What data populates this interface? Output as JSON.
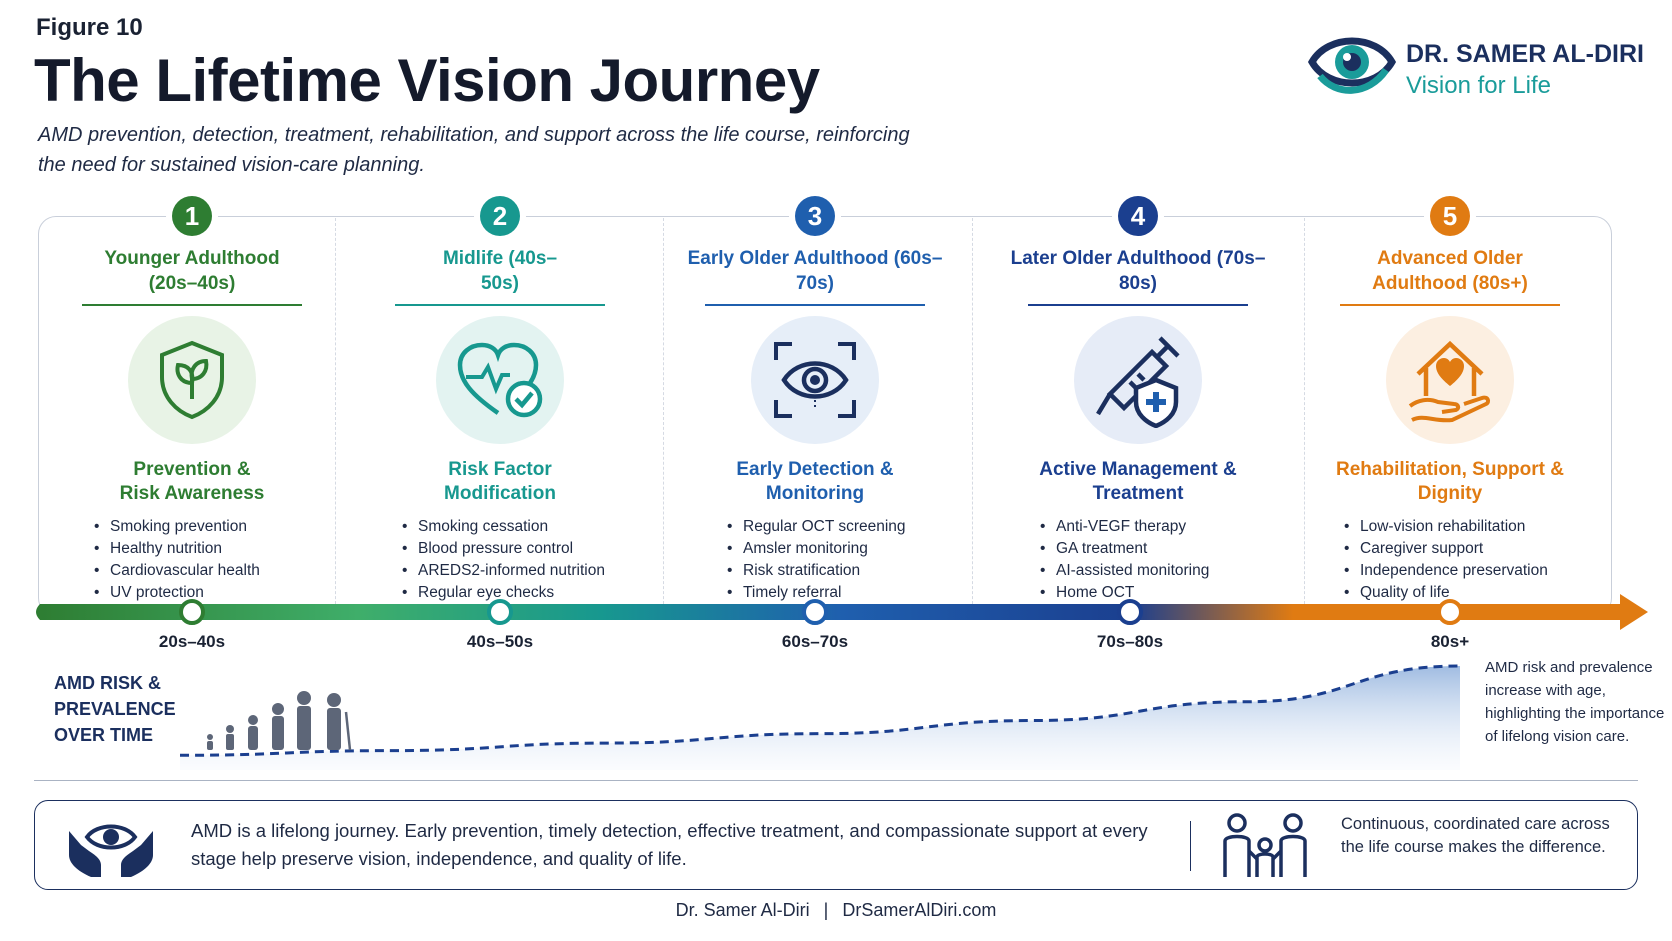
{
  "header": {
    "figure_label": "Figure 10",
    "title": "The Lifetime Vision Journey",
    "subtitle": "AMD prevention, detection, treatment, rehabilitation, and support across the life course, reinforcing the need for sustained vision-care planning."
  },
  "brand": {
    "name": "DR. SAMER AL-DIRI",
    "tagline": "Vision for Life",
    "logo_icon": "eye-logo-icon"
  },
  "stages": [
    {
      "number": "1",
      "title": "Younger Adulthood (20s–40s)",
      "icon": "shield-leaf-icon",
      "focus": "Prevention & Risk Awareness",
      "bullets": [
        "Smoking prevention",
        "Healthy nutrition",
        "Cardiovascular health",
        "UV protection"
      ],
      "age": "20s–40s",
      "color": "#2e7d32",
      "tint": "#e8f3e6"
    },
    {
      "number": "2",
      "title": "Midlife (40s–50s)",
      "icon": "heart-check-icon",
      "focus": "Risk Factor Modification",
      "bullets": [
        "Smoking cessation",
        "Blood pressure control",
        "AREDS2-informed nutrition",
        "Regular eye checks"
      ],
      "age": "40s–50s",
      "color": "#17988f",
      "tint": "#e3f3f1"
    },
    {
      "number": "3",
      "title": "Early Older Adulthood (60s–70s)",
      "icon": "eye-scan-icon",
      "focus": "Early Detection & Monitoring",
      "bullets": [
        "Regular OCT screening",
        "Amsler monitoring",
        "Risk stratification",
        "Timely referral"
      ],
      "age": "60s–70s",
      "color": "#1f5fae",
      "tint": "#e6eef8"
    },
    {
      "number": "4",
      "title": "Later Older Adulthood (70s–80s)",
      "icon": "syringe-shield-icon",
      "focus": "Active Management & Treatment",
      "bullets": [
        "Anti-VEGF therapy",
        "GA treatment",
        "AI-assisted monitoring",
        "Home OCT"
      ],
      "age": "70s–80s",
      "color": "#1b3f8f",
      "tint": "#e6ecf7"
    },
    {
      "number": "5",
      "title": "Advanced Older Adulthood (80s+)",
      "icon": "house-heart-hand-icon",
      "focus": "Rehabilitation, Support & Dignity",
      "bullets": [
        "Low-vision rehabilitation",
        "Caregiver support",
        "Independence preservation",
        "Quality of life"
      ],
      "age": "80s+",
      "color": "#e07b12",
      "tint": "#fcefe1"
    }
  ],
  "risk": {
    "label_line1": "AMD RISK &",
    "label_line2": "PREVALENCE",
    "label_line3": "OVER TIME",
    "note": "AMD risk and prevalence increase with age, highlighting the importance of lifelong vision care.",
    "icon": "people-ages-icon",
    "curve": [
      0.05,
      0.1,
      0.18,
      0.28,
      0.42,
      0.62,
      1.0
    ]
  },
  "bottom_panel": {
    "message": "AMD is a lifelong journey.  Early prevention, timely detection, effective treatment, and compassionate support at every stage help preserve vision, independence, and quality of life.",
    "icon": "hands-eye-icon",
    "family_icon": "family-icon",
    "note": "Continuous, coordinated care across the life course makes the difference."
  },
  "footer": {
    "author": "Dr. Samer Al-Diri",
    "separator": "|",
    "website": "DrSamerAlDiri.com"
  }
}
